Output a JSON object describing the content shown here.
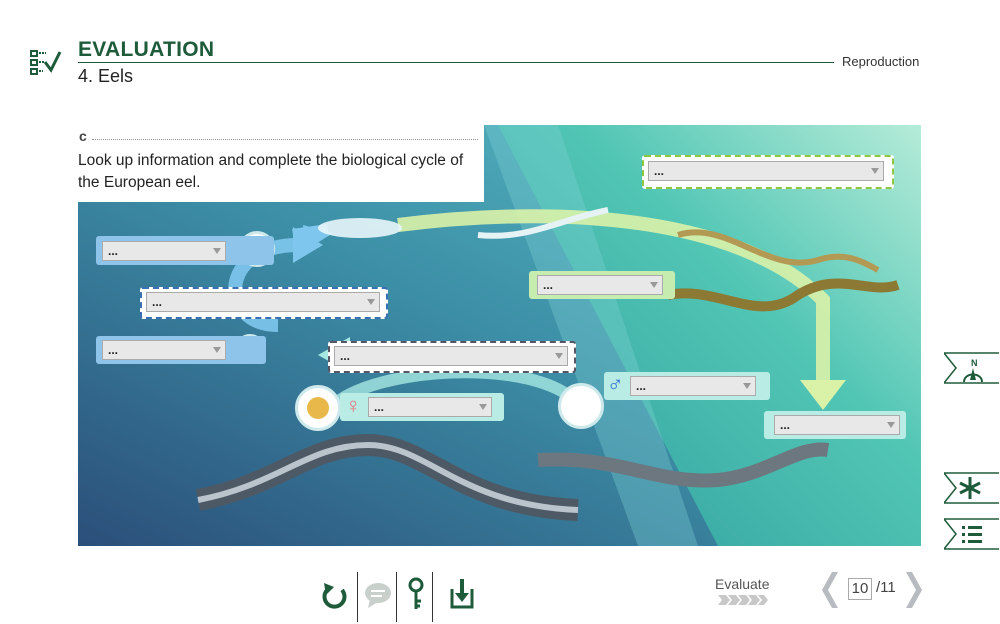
{
  "header": {
    "title": "EVALUATION",
    "subtitle": "4. Eels",
    "section": "Reproduction",
    "icon": "checklist-icon"
  },
  "activity": {
    "letter": "c",
    "instruction": "Look up information and complete the biological cycle of the European eel."
  },
  "dropdowns": [
    {
      "id": "lime-top",
      "value": "..."
    },
    {
      "id": "leptocephalus-left",
      "value": "..."
    },
    {
      "id": "blue-dashed",
      "value": "..."
    },
    {
      "id": "egg-stage",
      "value": "..."
    },
    {
      "id": "center-dashed",
      "value": "..."
    },
    {
      "id": "female",
      "value": "..."
    },
    {
      "id": "glass-eel",
      "value": "..."
    },
    {
      "id": "male",
      "value": "..."
    },
    {
      "id": "silver-eel",
      "value": "..."
    }
  ],
  "symbols": {
    "female": "♀",
    "male": "♂"
  },
  "colors": {
    "brand": "#1e5b3b",
    "female": "#e8747c",
    "male": "#2f6fd0",
    "lime": "#8dc63f"
  },
  "side_nav": [
    "compass-icon",
    "asterisk-icon",
    "list-icon"
  ],
  "toolbar": [
    "reset-icon",
    "comment-icon",
    "key-icon",
    "download-icon"
  ],
  "evaluate": {
    "label": "Evaluate"
  },
  "pager": {
    "current": "10",
    "total": "/11"
  }
}
